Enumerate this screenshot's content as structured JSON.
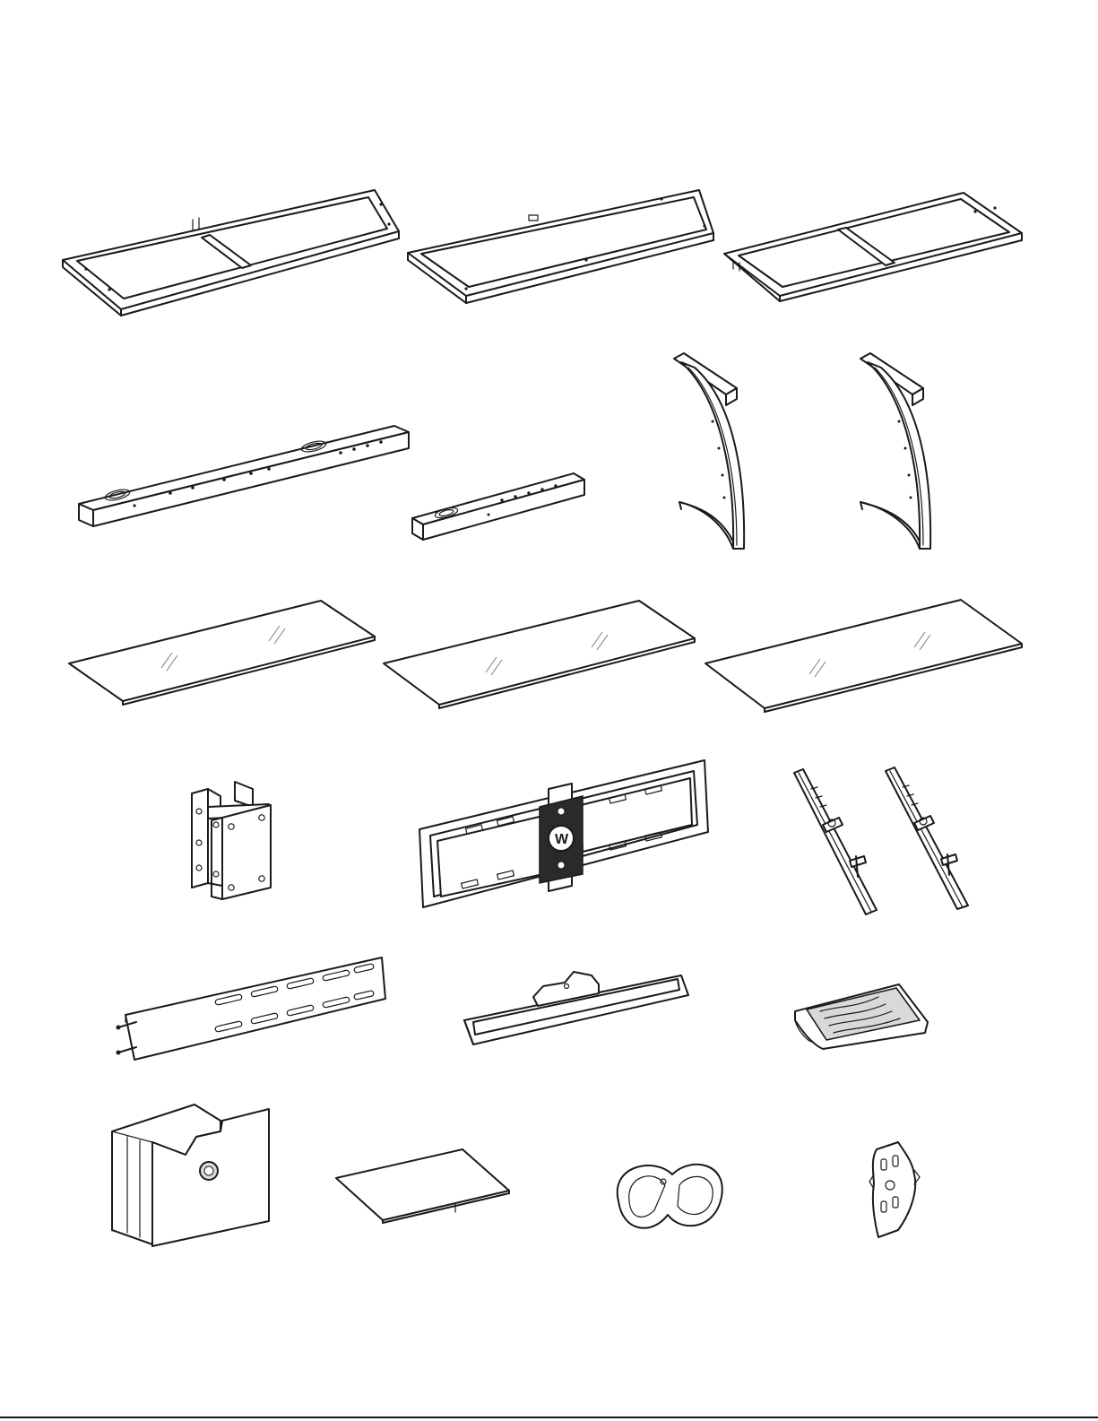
{
  "page": {
    "title": "",
    "parts": [
      {
        "id": "frame-a"
      },
      {
        "id": "frame-b"
      },
      {
        "id": "frame-c"
      },
      {
        "id": "long-beam"
      },
      {
        "id": "short-beam"
      },
      {
        "id": "side-leg-left"
      },
      {
        "id": "side-leg-right"
      },
      {
        "id": "glass-shelf-1"
      },
      {
        "id": "glass-shelf-2"
      },
      {
        "id": "glass-shelf-3"
      },
      {
        "id": "mount-bracket"
      },
      {
        "id": "tv-mount-plate"
      },
      {
        "id": "tv-arm-left"
      },
      {
        "id": "tv-arm-right"
      },
      {
        "id": "slotted-rail"
      },
      {
        "id": "component-shelf"
      },
      {
        "id": "cable-tray"
      },
      {
        "id": "cable-cover"
      },
      {
        "id": "small-glass-plate"
      },
      {
        "id": "cable-clip"
      },
      {
        "id": "cable-guide"
      }
    ]
  }
}
